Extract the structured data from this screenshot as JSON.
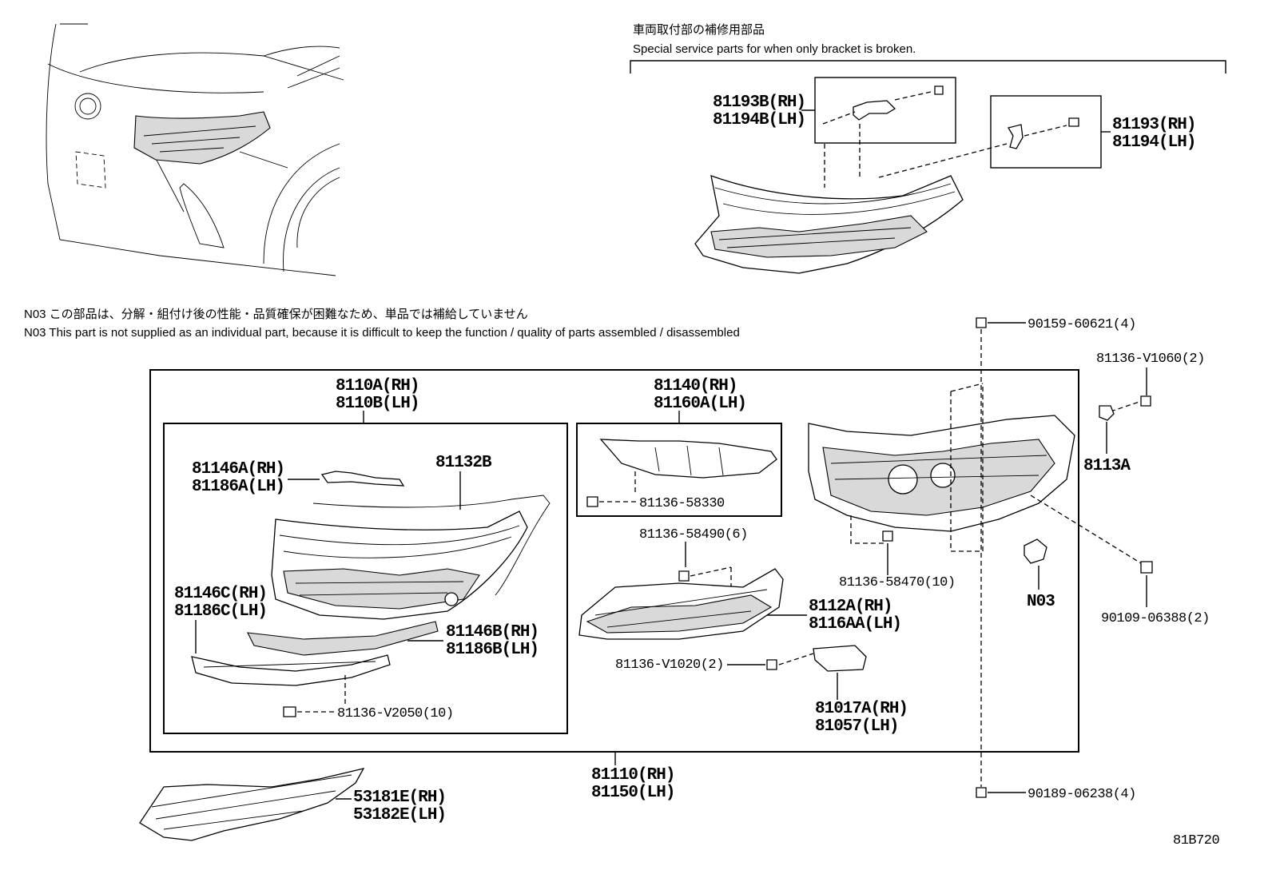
{
  "header": {
    "jp": "車両取付部の補修用部品",
    "en": "Special service parts for when only bracket is broken."
  },
  "notes": {
    "jp": "N03 この部品は、分解・組付け後の性能・品質確保が困難なため、単品では補給していません",
    "en": "N03 This part is not supplied as an  individual part, because it is difficult to keep the function / quality of parts assembled / disassembled"
  },
  "labels": {
    "p81193B": [
      "81193B(RH)",
      "81194B(LH)"
    ],
    "p81193": [
      "81193(RH)",
      "81194(LH)"
    ],
    "p90159": "90159-60621(4)",
    "p81136V1060": "81136-V1060(2)",
    "p8113A": "8113A",
    "p8110A": [
      "8110A(RH)",
      "8110B(LH)"
    ],
    "p81140": [
      "81140(RH)",
      "81160A(LH)"
    ],
    "p81146A": [
      "81146A(RH)",
      "81186A(LH)"
    ],
    "p81132B": "81132B",
    "p81136_58330": "81136-58330",
    "p81136_58490": "81136-58490(6)",
    "p81136_58470": "81136-58470(10)",
    "pN03": "N03",
    "p90109": "90109-06388(2)",
    "p81146C": [
      "81146C(RH)",
      "81186C(LH)"
    ],
    "p81146B": [
      "81146B(RH)",
      "81186B(LH)"
    ],
    "p8112A": [
      "8112A(RH)",
      "8116AA(LH)"
    ],
    "p81136V1020": "81136-V1020(2)",
    "p81017A": [
      "81017A(RH)",
      "81057(LH)"
    ],
    "p81136V2050": "81136-V2050(10)",
    "p81110": [
      "81110(RH)",
      "81150(LH)"
    ],
    "p53181E": [
      "53181E(RH)",
      "53182E(LH)"
    ],
    "p90189": "90189-06238(4)",
    "figure_id": "81B720"
  }
}
